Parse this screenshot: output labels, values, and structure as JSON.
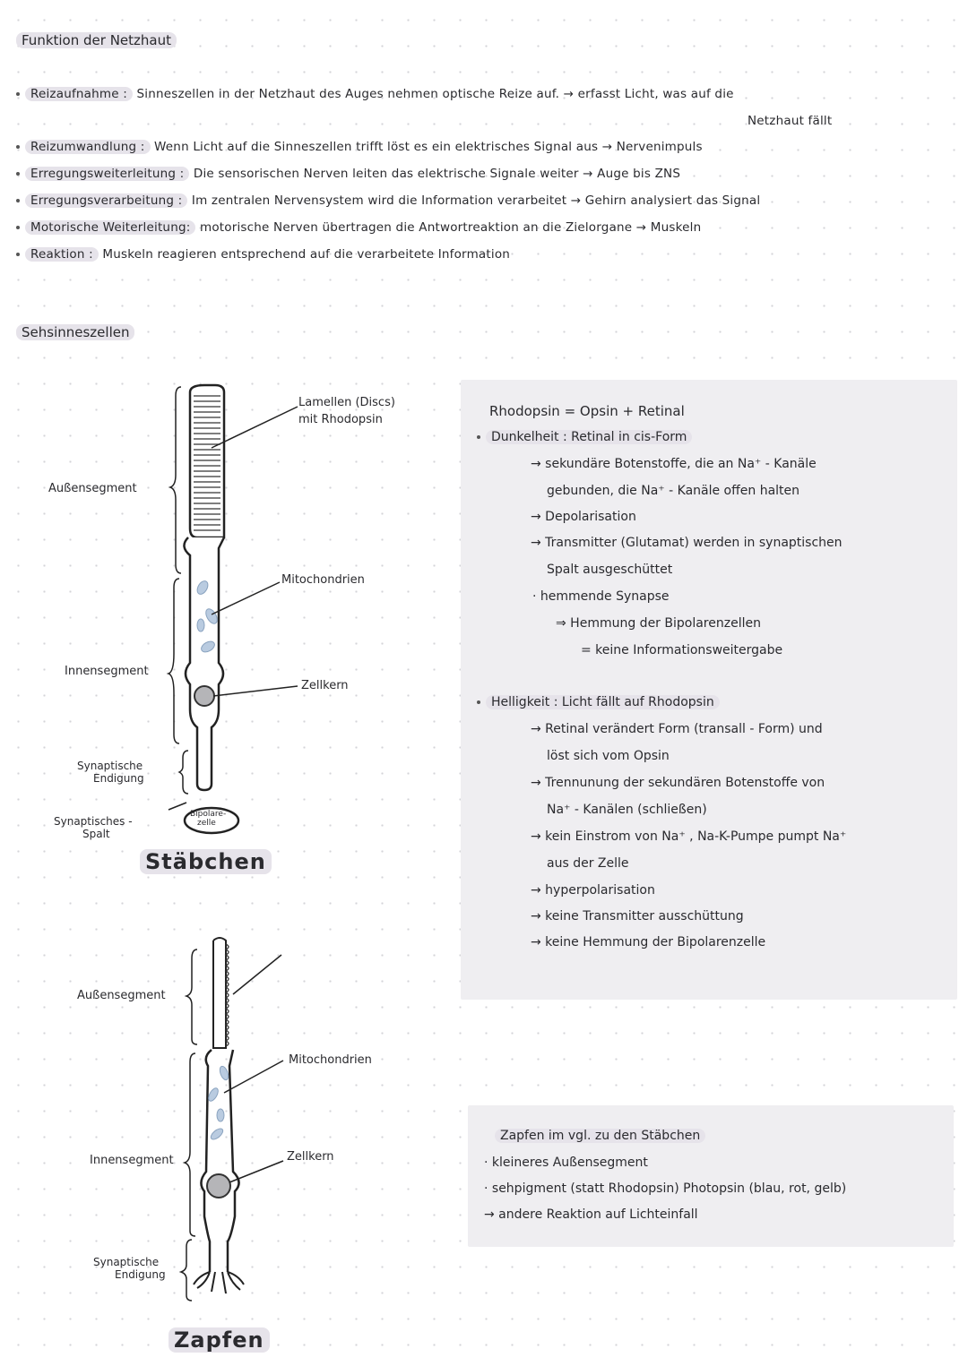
{
  "title": "Funktion der Netzhaut",
  "steps": [
    {
      "term": "Reizaufnahme :",
      "text": "Sinneszellen in der Netzhaut des Auges nehmen optische Reize auf. → erfasst Licht, was auf die"
    },
    {
      "term": "",
      "text": "Netzhaut fällt"
    },
    {
      "term": "Reizumwandlung :",
      "text": "Wenn Licht auf die Sinneszellen trifft löst es ein elektrisches Signal aus → Nervenimpuls"
    },
    {
      "term": "Erregungsweiterleitung :",
      "text": "Die sensorischen Nerven leiten das elektrische Signale weiter → Auge bis ZNS"
    },
    {
      "term": "Erregungsverarbeitung :",
      "text": "Im zentralen Nervensystem wird die Information verarbeitet → Gehirn analysiert das Signal"
    },
    {
      "term": "Motorische Weiterleitung:",
      "text": "motorische Nerven übertragen die Antwortreaktion an die Zielorgane → Muskeln"
    },
    {
      "term": "Reaktion :",
      "text": "Muskeln reagieren entsprechend auf die verarbeitete Information"
    }
  ],
  "section2_title": "Sehsinneszellen",
  "rod": {
    "caption": "Stäbchen",
    "labels": {
      "lamellen": "Lamellen (Discs)",
      "lamellen2": "mit Rhodopsin",
      "aussen": "Außensegment",
      "mito": "Mitochondrien",
      "innen": "Innensegment",
      "kern": "Zellkern",
      "synend1": "Synaptische",
      "synend2": "Endigung",
      "spalt1": "Synaptisches -",
      "spalt2": "Spalt",
      "bipolar1": "Bipolare-",
      "bipolar2": "zelle"
    }
  },
  "cone": {
    "caption": "Zapfen",
    "labels": {
      "aussen": "Außensegment",
      "mito": "Mitochondrien",
      "innen": "Innensegment",
      "kern": "Zellkern",
      "synend1": "Synaptische",
      "synend2": "Endigung"
    }
  },
  "rhodopsin_box": {
    "formula": "Rhodopsin = Opsin + Retinal",
    "dark_head": "Dunkelheit : Retinal in cis-Form",
    "dark_lines": [
      "→ sekundäre Botenstoffe, die an Na⁺ - Kanäle",
      "gebunden, die Na⁺ - Kanäle offen halten",
      "→ Depolarisation",
      "→ Transmitter (Glutamat) werden in synaptischen",
      "Spalt ausgeschüttet",
      "· hemmende Synapse",
      "⇒ Hemmung der Bipolarenzellen",
      "= keine Informationsweitergabe"
    ],
    "light_head": "Helligkeit : Licht fällt auf Rhodopsin",
    "light_lines": [
      "→ Retinal verändert Form (transall - Form) und",
      "löst sich vom Opsin",
      "→ Trennunung der sekundären Botenstoffe von",
      "Na⁺ - Kanälen (schließen)",
      "→ kein Einstrom von Na⁺ , Na-K-Pumpe pumpt Na⁺",
      "aus der Zelle",
      "→ hyperpolarisation",
      "→ keine Transmitter ausschüttung",
      "→ keine Hemmung der Bipolarenzelle"
    ]
  },
  "cone_box": {
    "head": "Zapfen im vgl. zu den Stäbchen",
    "lines": [
      "· kleineres Außensegment",
      "· sehpigment (statt Rhodopsin) Photopsin (blau, rot, gelb)",
      "→ andere Reaktion auf Lichteinfall"
    ]
  },
  "colors": {
    "highlight": "#e6e3ea",
    "box": "#efeef1",
    "mito": "#b9cbe0",
    "nucleus": "#b5b5b8"
  }
}
